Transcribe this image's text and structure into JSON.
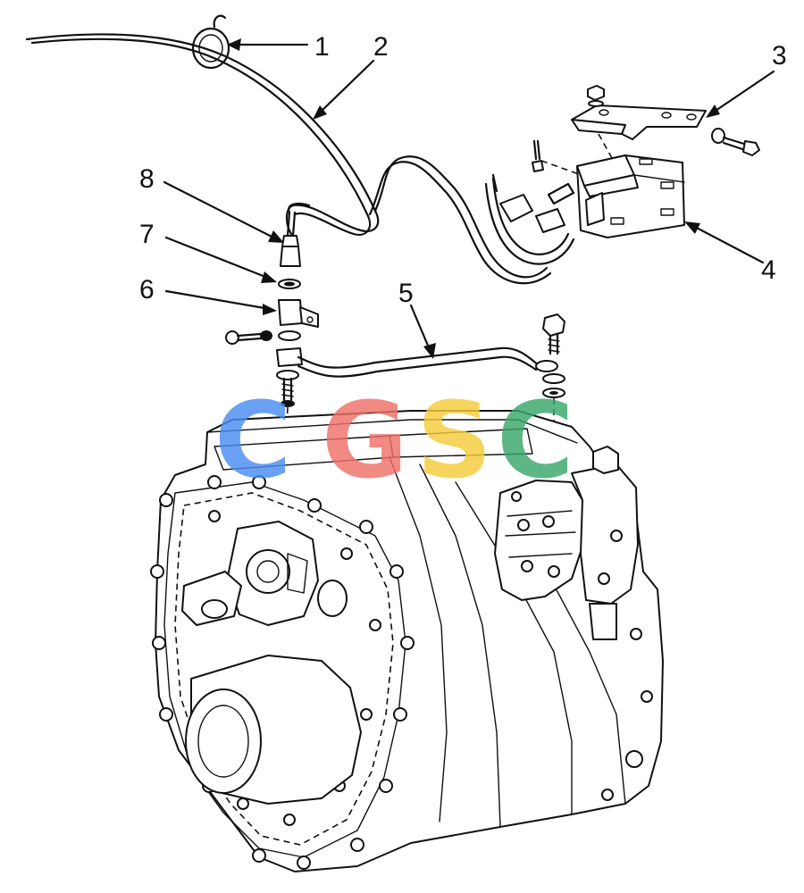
{
  "callouts": [
    {
      "id": "1",
      "label": "1"
    },
    {
      "id": "2",
      "label": "2"
    },
    {
      "id": "3",
      "label": "3"
    },
    {
      "id": "4",
      "label": "4"
    },
    {
      "id": "5",
      "label": "5"
    },
    {
      "id": "6",
      "label": "6"
    },
    {
      "id": "7",
      "label": "7"
    },
    {
      "id": "8",
      "label": "8"
    }
  ],
  "watermark": {
    "letters": [
      "C",
      "G",
      "S",
      "C"
    ],
    "colors": [
      "#4a8df0",
      "#ef7168",
      "#f5cc3c",
      "#3aa86a"
    ]
  }
}
